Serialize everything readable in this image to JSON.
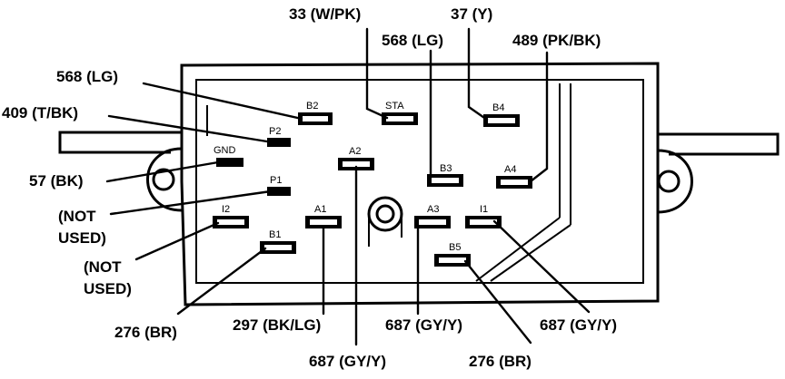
{
  "pins": {
    "B2": "B2",
    "STA": "STA",
    "B4": "B4",
    "P2": "P2",
    "GND": "GND",
    "A2": "A2",
    "B3": "B3",
    "A4": "A4",
    "P1": "P1",
    "I2": "I2",
    "A1": "A1",
    "A3": "A3",
    "I1": "I1",
    "B1": "B1",
    "B5": "B5"
  },
  "callouts": {
    "w33": "33 (W/PK)",
    "w37": "37 (Y)",
    "w568_top": "568 (LG)",
    "w489": "489 (PK/BK)",
    "w568_left": "568 (LG)",
    "w409": "409 (T/BK)",
    "w57": "57 (BK)",
    "not_used_1a": "(NOT",
    "not_used_1b": "USED)",
    "not_used_2a": "(NOT",
    "not_used_2b": "USED)",
    "w276_left": "276 (BR)",
    "w297": "297 (BK/LG)",
    "w687_a": "687 (GY/Y)",
    "w687_right": "687 (GY/Y)",
    "w687_bottom": "687 (GY/Y)",
    "w276_bottom": "276 (BR)"
  }
}
